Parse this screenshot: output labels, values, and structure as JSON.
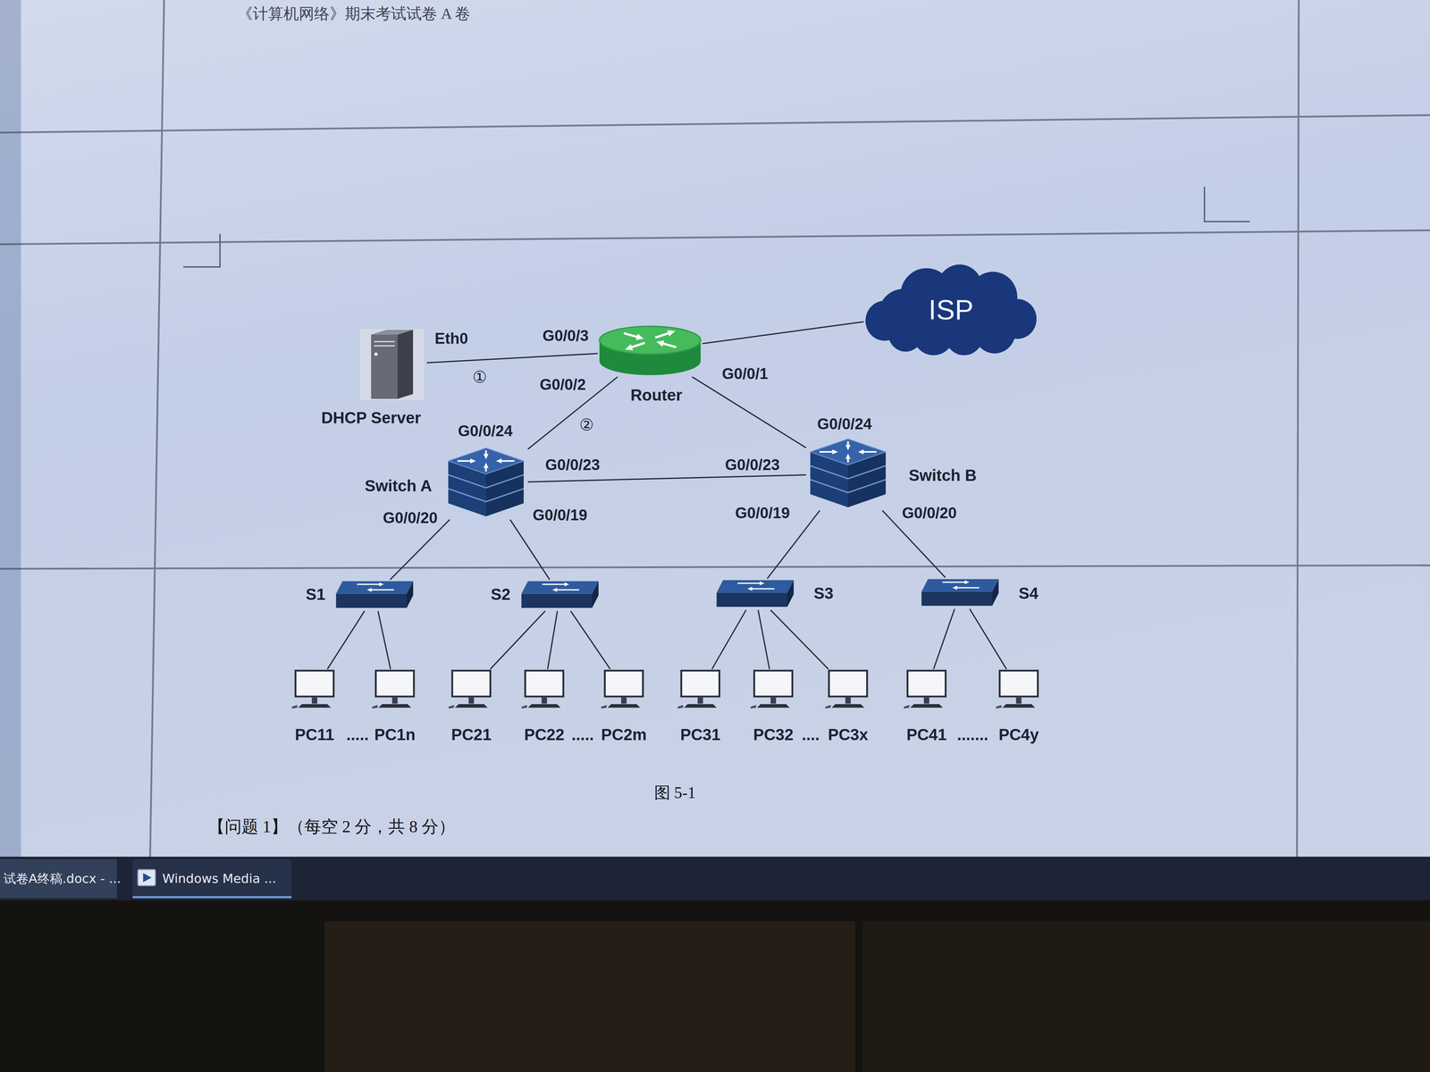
{
  "diagram": {
    "caption": "图 5-1",
    "nodes": [
      {
        "text": [
          "DHCP Server"
        ]
      },
      {
        "text": [
          "Router"
        ]
      },
      {
        "text": [
          "ISP"
        ]
      },
      {
        "text": [
          "Switch A"
        ]
      },
      {
        "text": [
          "Switch B"
        ]
      },
      {
        "text": [
          "S1"
        ]
      },
      {
        "text": [
          "S2"
        ]
      },
      {
        "text": [
          "S3"
        ]
      },
      {
        "text": [
          "S4"
        ]
      },
      {
        "text": [
          "PC11"
        ]
      },
      {
        "text": [
          "PC1n"
        ]
      },
      {
        "text": [
          "PC21"
        ]
      },
      {
        "text": [
          "PC22"
        ]
      },
      {
        "text": [
          "PC2m"
        ]
      },
      {
        "text": [
          "PC31"
        ]
      },
      {
        "text": [
          "PC32"
        ]
      },
      {
        "text": [
          "PC3x"
        ]
      },
      {
        "text": [
          "PC41"
        ]
      },
      {
        "text": [
          "PC4y"
        ]
      }
    ],
    "edges": [
      {
        "from": 0,
        "to": 1,
        "arrow": "none",
        "label": "①"
      },
      {
        "from": 1,
        "to": 3,
        "arrow": "none",
        "label": "②"
      },
      {
        "from": 1,
        "to": 2,
        "arrow": "none"
      },
      {
        "from": 1,
        "to": 4,
        "arrow": "none"
      },
      {
        "from": 3,
        "to": 4,
        "arrow": "none"
      },
      {
        "from": 3,
        "to": 5,
        "arrow": "none"
      },
      {
        "from": 3,
        "to": 6,
        "arrow": "none"
      },
      {
        "from": 4,
        "to": 7,
        "arrow": "none"
      },
      {
        "from": 4,
        "to": 8,
        "arrow": "none"
      },
      {
        "from": 5,
        "to": 9,
        "arrow": "none"
      },
      {
        "from": 5,
        "to": 10,
        "arrow": "none"
      },
      {
        "from": 6,
        "to": 11,
        "arrow": "none"
      },
      {
        "from": 6,
        "to": 12,
        "arrow": "none"
      },
      {
        "from": 6,
        "to": 13,
        "arrow": "none"
      },
      {
        "from": 7,
        "to": 14,
        "arrow": "none"
      },
      {
        "from": 7,
        "to": 15,
        "arrow": "none"
      },
      {
        "from": 7,
        "to": 16,
        "arrow": "none"
      },
      {
        "from": 8,
        "to": 17,
        "arrow": "none"
      },
      {
        "from": 8,
        "to": 18,
        "arrow": "none"
      }
    ],
    "labels": [
      "《计算机网络》期末考试试卷 A 卷",
      "Eth0",
      "G0/0/3",
      "G0/0/2",
      "G0/0/1",
      "G0/0/24",
      "G0/0/23",
      "G0/0/20",
      "G0/0/19",
      "G0/0/24",
      "G0/0/23",
      "G0/0/19",
      "G0/0/20",
      ".....",
      ".....",
      "....",
      ".......",
      "【问题 1】（每空 2 分，共 8 分）",
      "试卷A终稿.docx - ...",
      "Windows Media ..."
    ]
  }
}
